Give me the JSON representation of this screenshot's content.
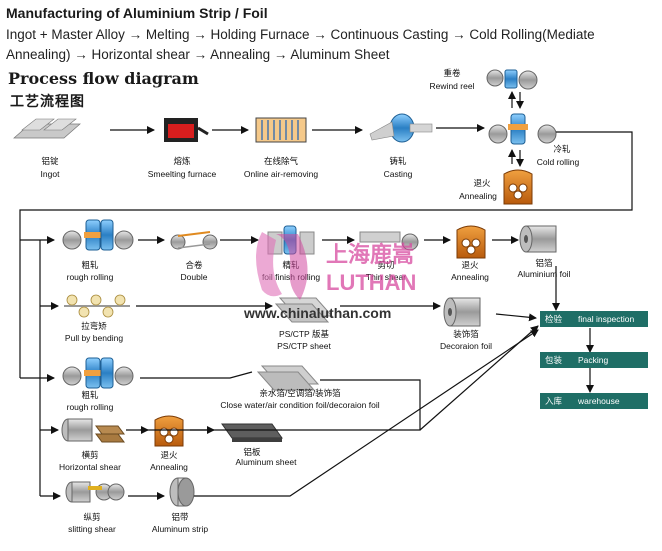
{
  "header": {
    "title": "Manufacturing of Aluminium Strip / Foil",
    "line1": "Ingot + Master Alloy → Melting → Holding Furnace → Continuous Casting → Cold Rolling(Mediate",
    "line2": "Annealing) → Horizontal shear → Annealing → Aluminum Sheet"
  },
  "diagram": {
    "title_en": "Process flow diagram",
    "title_cn": "工艺流程图",
    "row1": [
      {
        "cn": "铝锭",
        "en": "Ingot"
      },
      {
        "cn": "熔炼",
        "en": "Smeelting furnace"
      },
      {
        "cn": "在线除气",
        "en": "Online air-removing"
      },
      {
        "cn": "铸轧",
        "en": "Casting"
      }
    ],
    "rewind": {
      "cn": "重卷",
      "en": "Rewind reel"
    },
    "cold": {
      "cn": "冷轧",
      "en": "Cold rolling"
    },
    "anneal_top": {
      "cn": "退火",
      "en": "Annealing"
    },
    "row2": [
      {
        "cn": "粗轧",
        "en": "rough rolling"
      },
      {
        "cn": "合卷",
        "en": "Double"
      },
      {
        "cn": "精轧",
        "en": "foil finish rolling"
      },
      {
        "cn": "剪切",
        "en": "Thin shear"
      },
      {
        "cn": "退火",
        "en": "Annealing"
      },
      {
        "cn": "铝箔",
        "en": "Aluminium foil"
      }
    ],
    "row3": [
      {
        "cn": "拉弯矫",
        "en": "Pull by bending"
      },
      {
        "cn": "PS/CTP 版基",
        "en": "PS/CTP sheet"
      },
      {
        "cn": "装饰箔",
        "en": "Decoraion foil"
      }
    ],
    "row4": [
      {
        "cn": "粗轧",
        "en": "rough rolling"
      },
      {
        "cn": "亲水箔/空调箔/装饰箔",
        "en": "Close water/air condition foil/decoraion foil"
      }
    ],
    "row5": [
      {
        "cn": "横剪",
        "en": "Horizontal shear"
      },
      {
        "cn": "退火",
        "en": "Annealing"
      },
      {
        "cn": "铝板",
        "en": "Aluminum sheet"
      }
    ],
    "row6": [
      {
        "cn": "纵剪",
        "en": "slitting shear"
      },
      {
        "cn": "铝带",
        "en": "Aluminum strip"
      }
    ],
    "final": [
      {
        "cn": "检验",
        "en": "final inspection"
      },
      {
        "cn": "包装",
        "en": "Packing"
      },
      {
        "cn": "入库",
        "en": "warehouse"
      }
    ]
  },
  "watermark": {
    "cn": "上海鹿嵩",
    "en": "LUTHAN",
    "url": "www.chinaluthan.com"
  },
  "colors": {
    "teal": "#1f6e66",
    "orange": "#c86b12",
    "blue": "#2a7fc4",
    "gray": "#8c8c8c",
    "red": "#c01818"
  }
}
